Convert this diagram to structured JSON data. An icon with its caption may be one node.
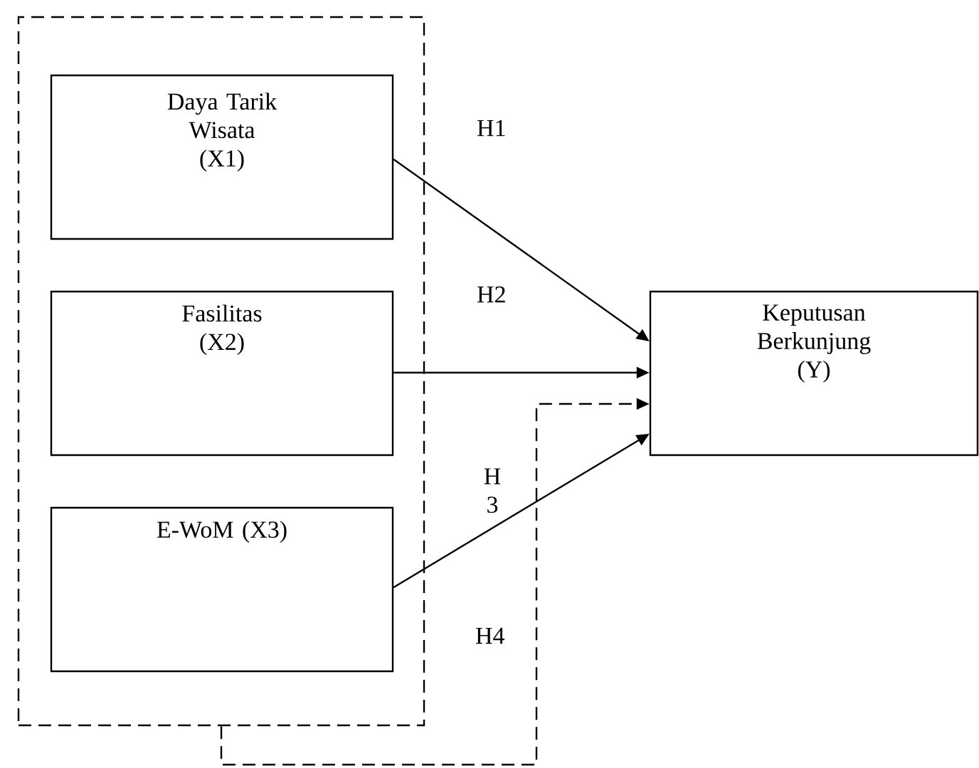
{
  "diagram": {
    "nodes": [
      {
        "text": [],
        "shape": "box"
      },
      {
        "text": [
          "Daya Tarik Wisata (X1)"
        ],
        "in": 0
      },
      {
        "text": [
          "Fasilitas (X2)"
        ],
        "in": 0
      },
      {
        "text": [
          "E-WoM (X3)"
        ],
        "in": 0
      },
      {
        "text": [
          "Keputusan Berkunjung (Y)"
        ]
      }
    ],
    "edges": [
      {
        "from": 1,
        "to": 4,
        "arrow": "to"
      },
      {
        "from": 2,
        "to": 4,
        "arrow": "to"
      },
      {
        "from": 3,
        "to": 4,
        "arrow": "to"
      },
      {
        "from": 0,
        "to": 4,
        "arrow": "to",
        "style": "dashed"
      }
    ],
    "labels": [
      "H1",
      "H2",
      "H 3",
      "H4"
    ]
  }
}
